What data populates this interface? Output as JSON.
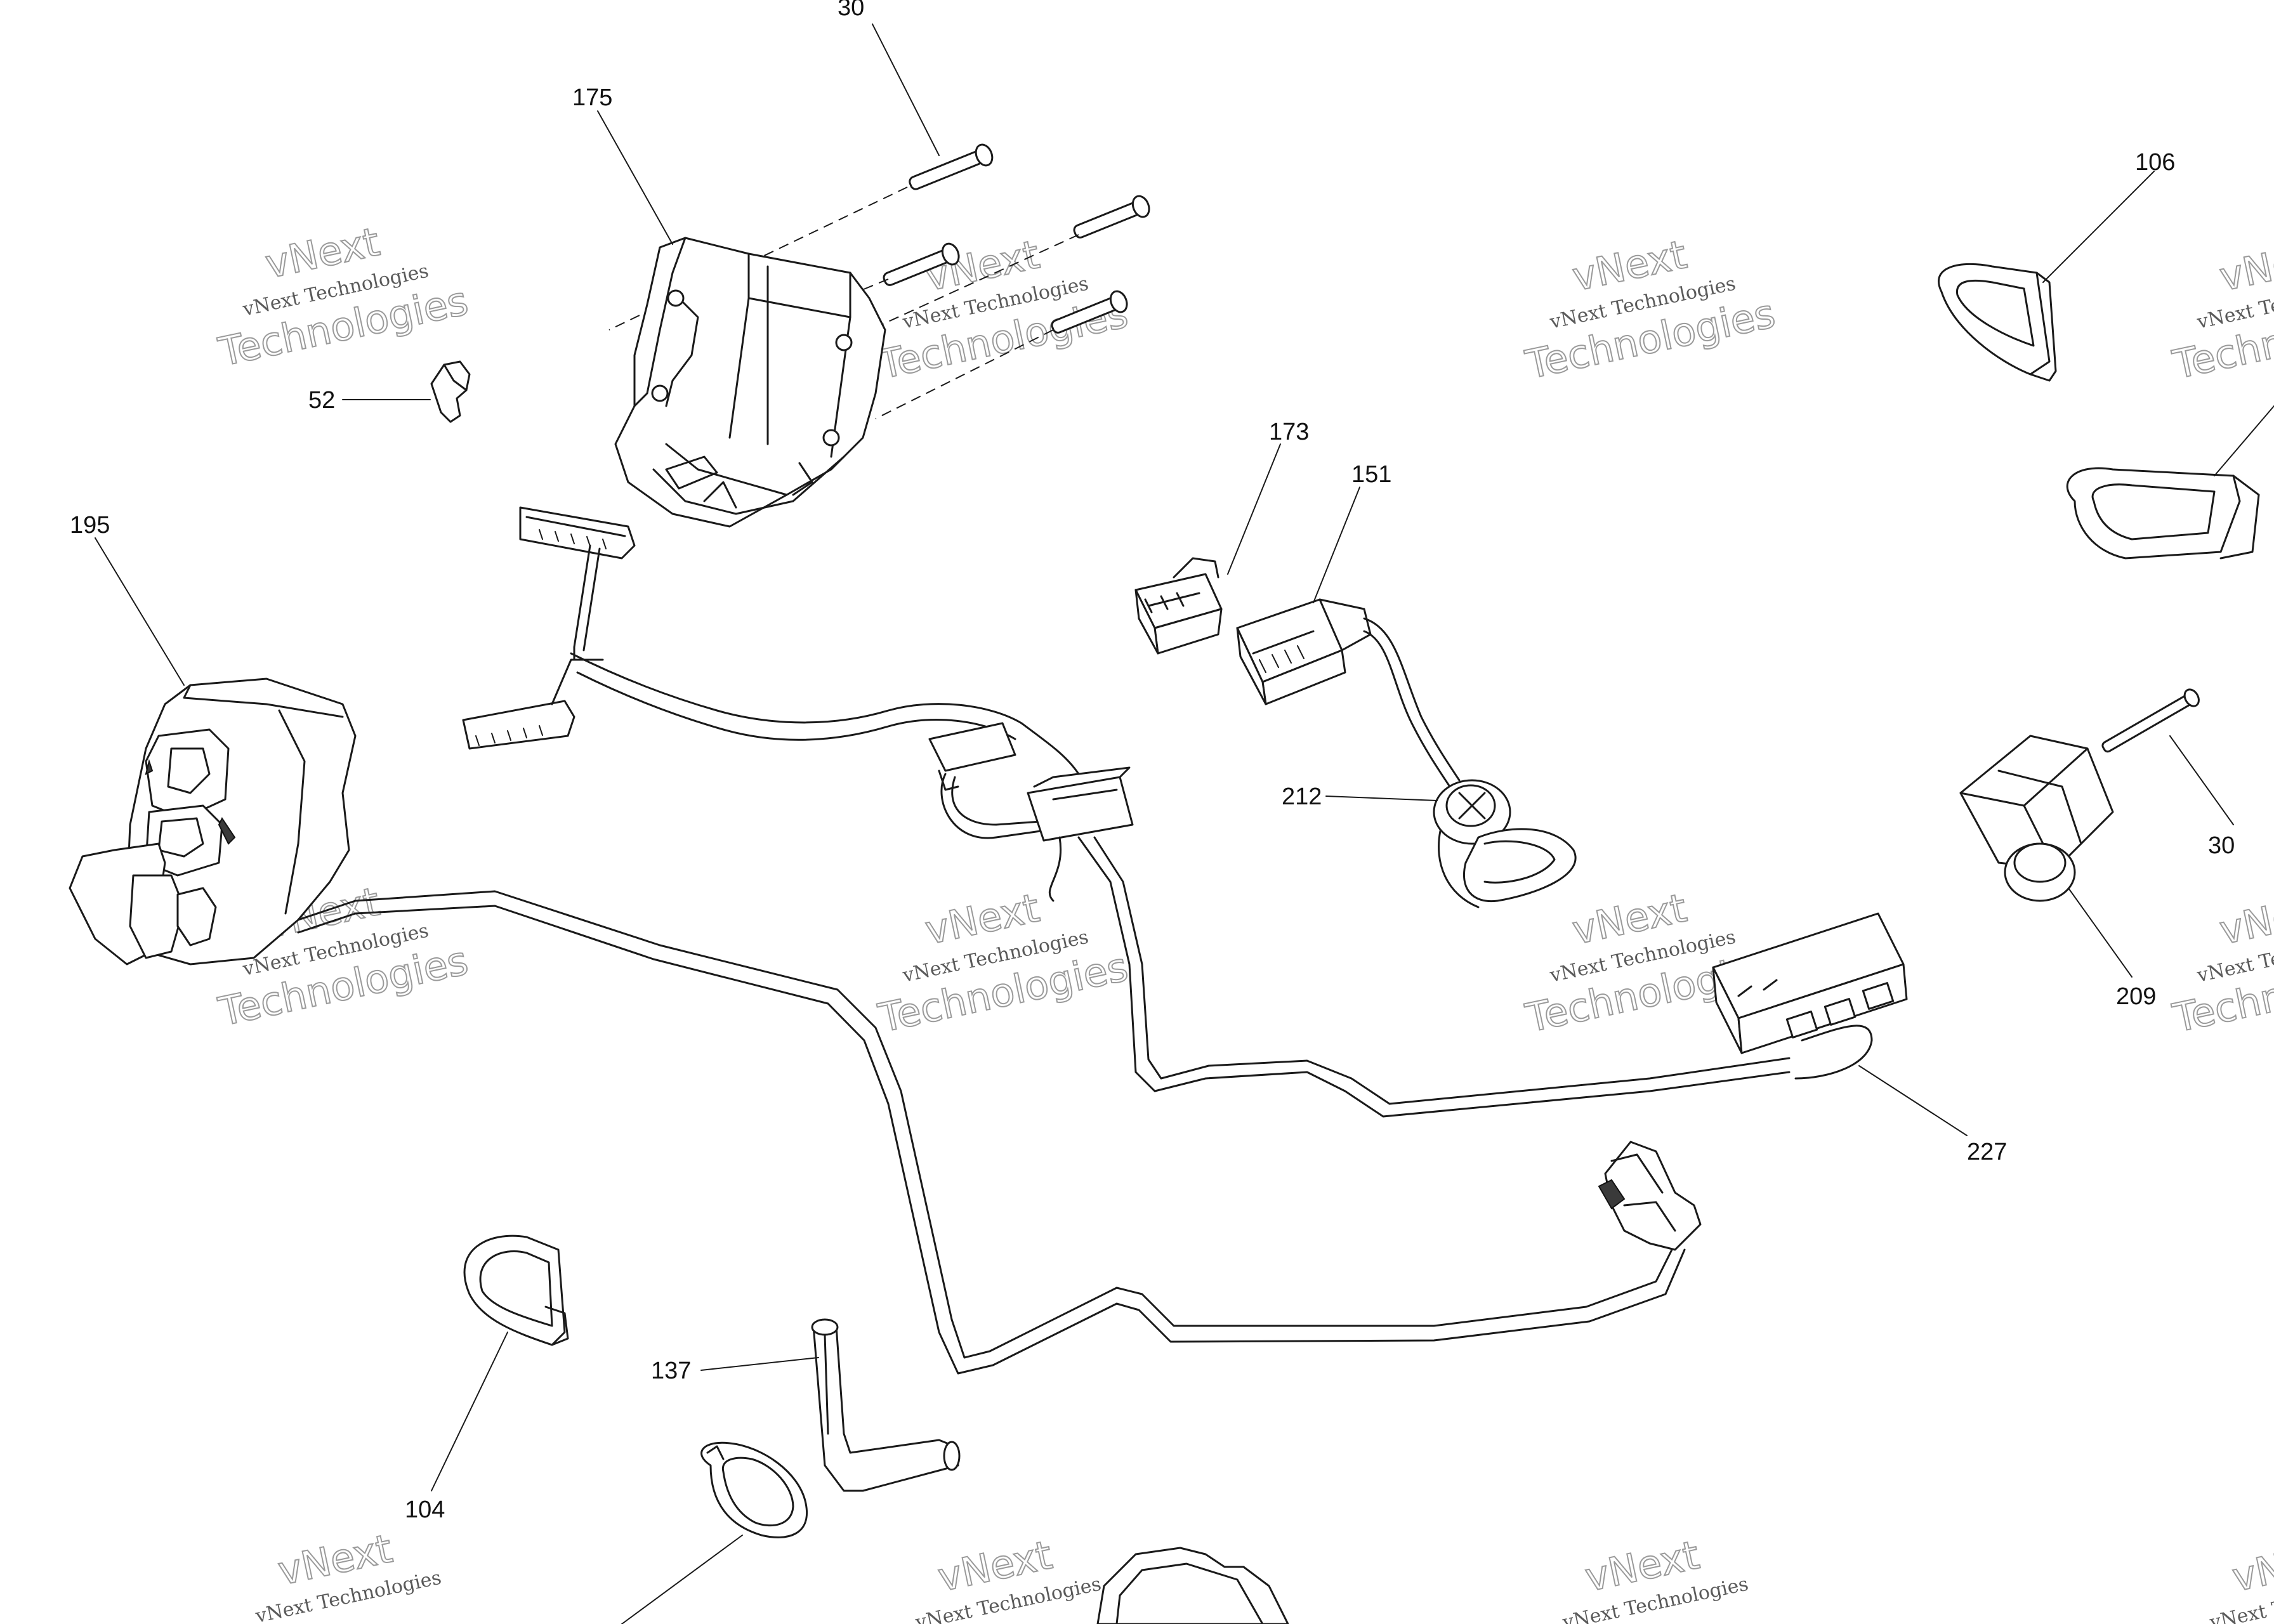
{
  "callouts": [
    "30",
    "175",
    "52",
    "195",
    "173",
    "151",
    "212",
    "106",
    "30",
    "209",
    "227",
    "104",
    "137"
  ],
  "watermark": {
    "line1": "vNext Technologies",
    "line2": "Technologies",
    "line3": "vNext"
  },
  "colors": {
    "line": "#1a1a1a",
    "watermark": "#9a9a9a",
    "background": "#ffffff"
  }
}
